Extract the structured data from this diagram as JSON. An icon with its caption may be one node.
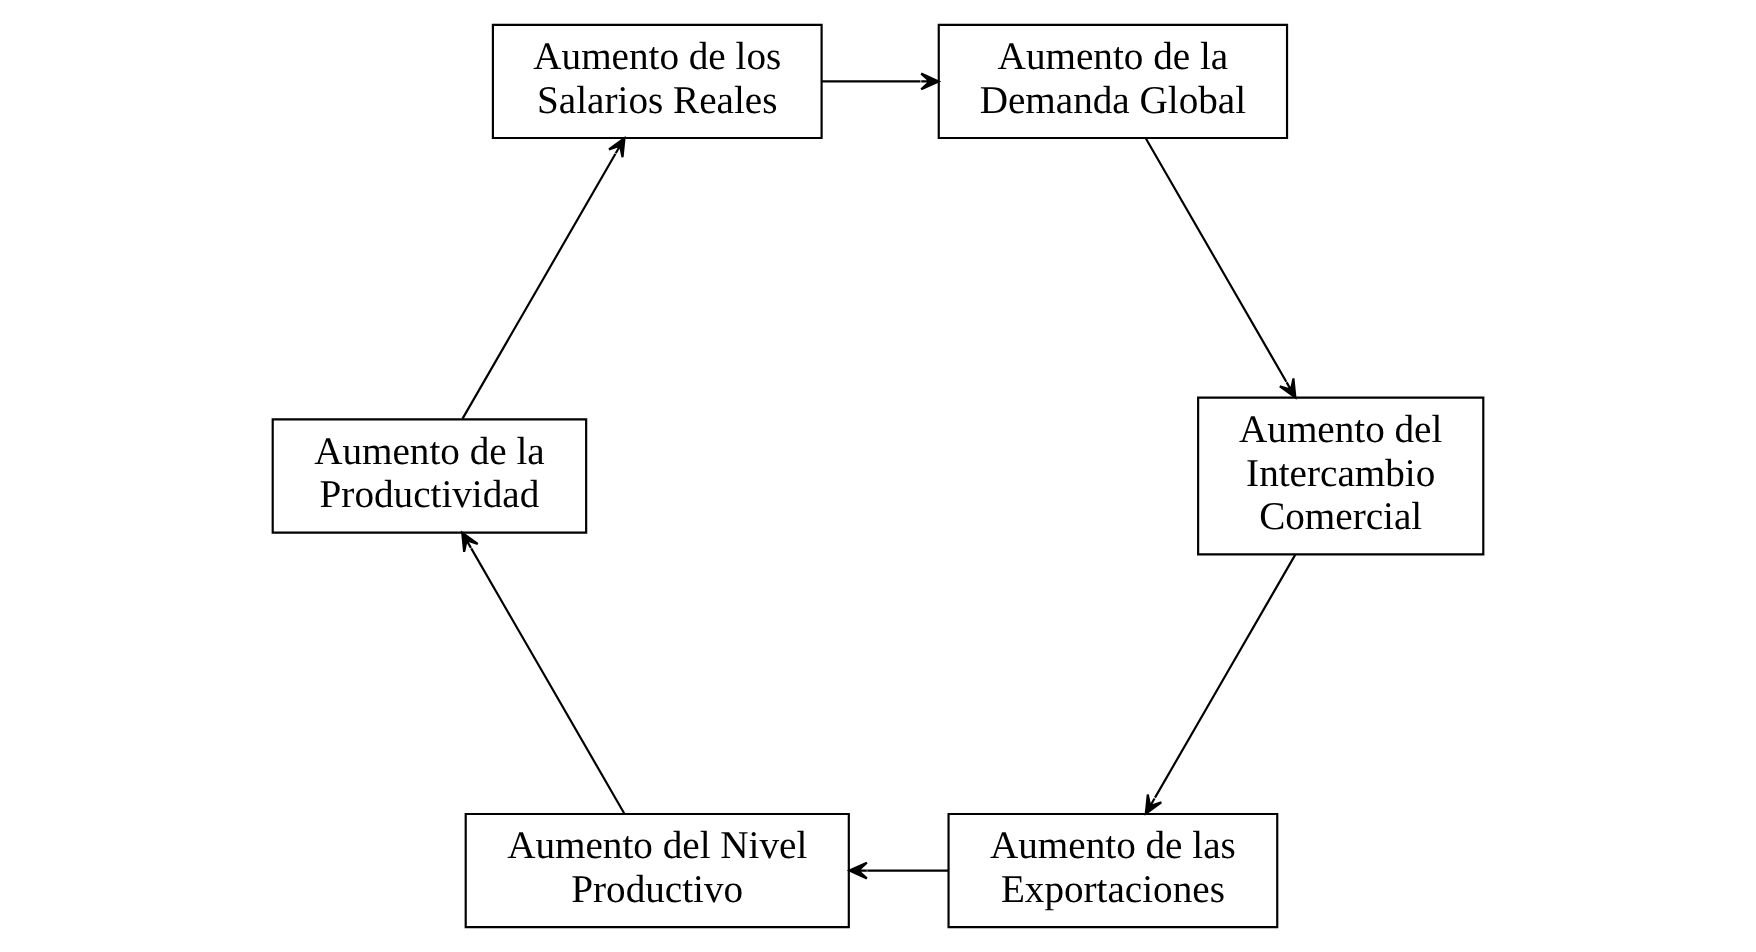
{
  "diagram": {
    "nodes": [
      {
        "text": [
          "Aumento de las Exportaciones"
        ]
      },
      {
        "text": [
          "Aumento del Nivel Productivo"
        ]
      },
      {
        "text": [
          "Aumento del Intercambio Comercial"
        ]
      },
      {
        "text": [
          "Aumento de la Productividad"
        ]
      },
      {
        "text": [
          "Aumento de la Demanda Global"
        ]
      },
      {
        "text": [
          "Aumento de los Salarios Reales"
        ]
      }
    ],
    "edges": [
      {
        "from": 0,
        "to": 1,
        "arrow": "to"
      },
      {
        "from": 1,
        "to": 3,
        "arrow": "to"
      },
      {
        "from": 3,
        "to": 5,
        "arrow": "to"
      },
      {
        "from": 5,
        "to": 4,
        "arrow": "to"
      },
      {
        "from": 4,
        "to": 2,
        "arrow": "to"
      },
      {
        "from": 2,
        "to": 0,
        "arrow": "to"
      }
    ]
  }
}
